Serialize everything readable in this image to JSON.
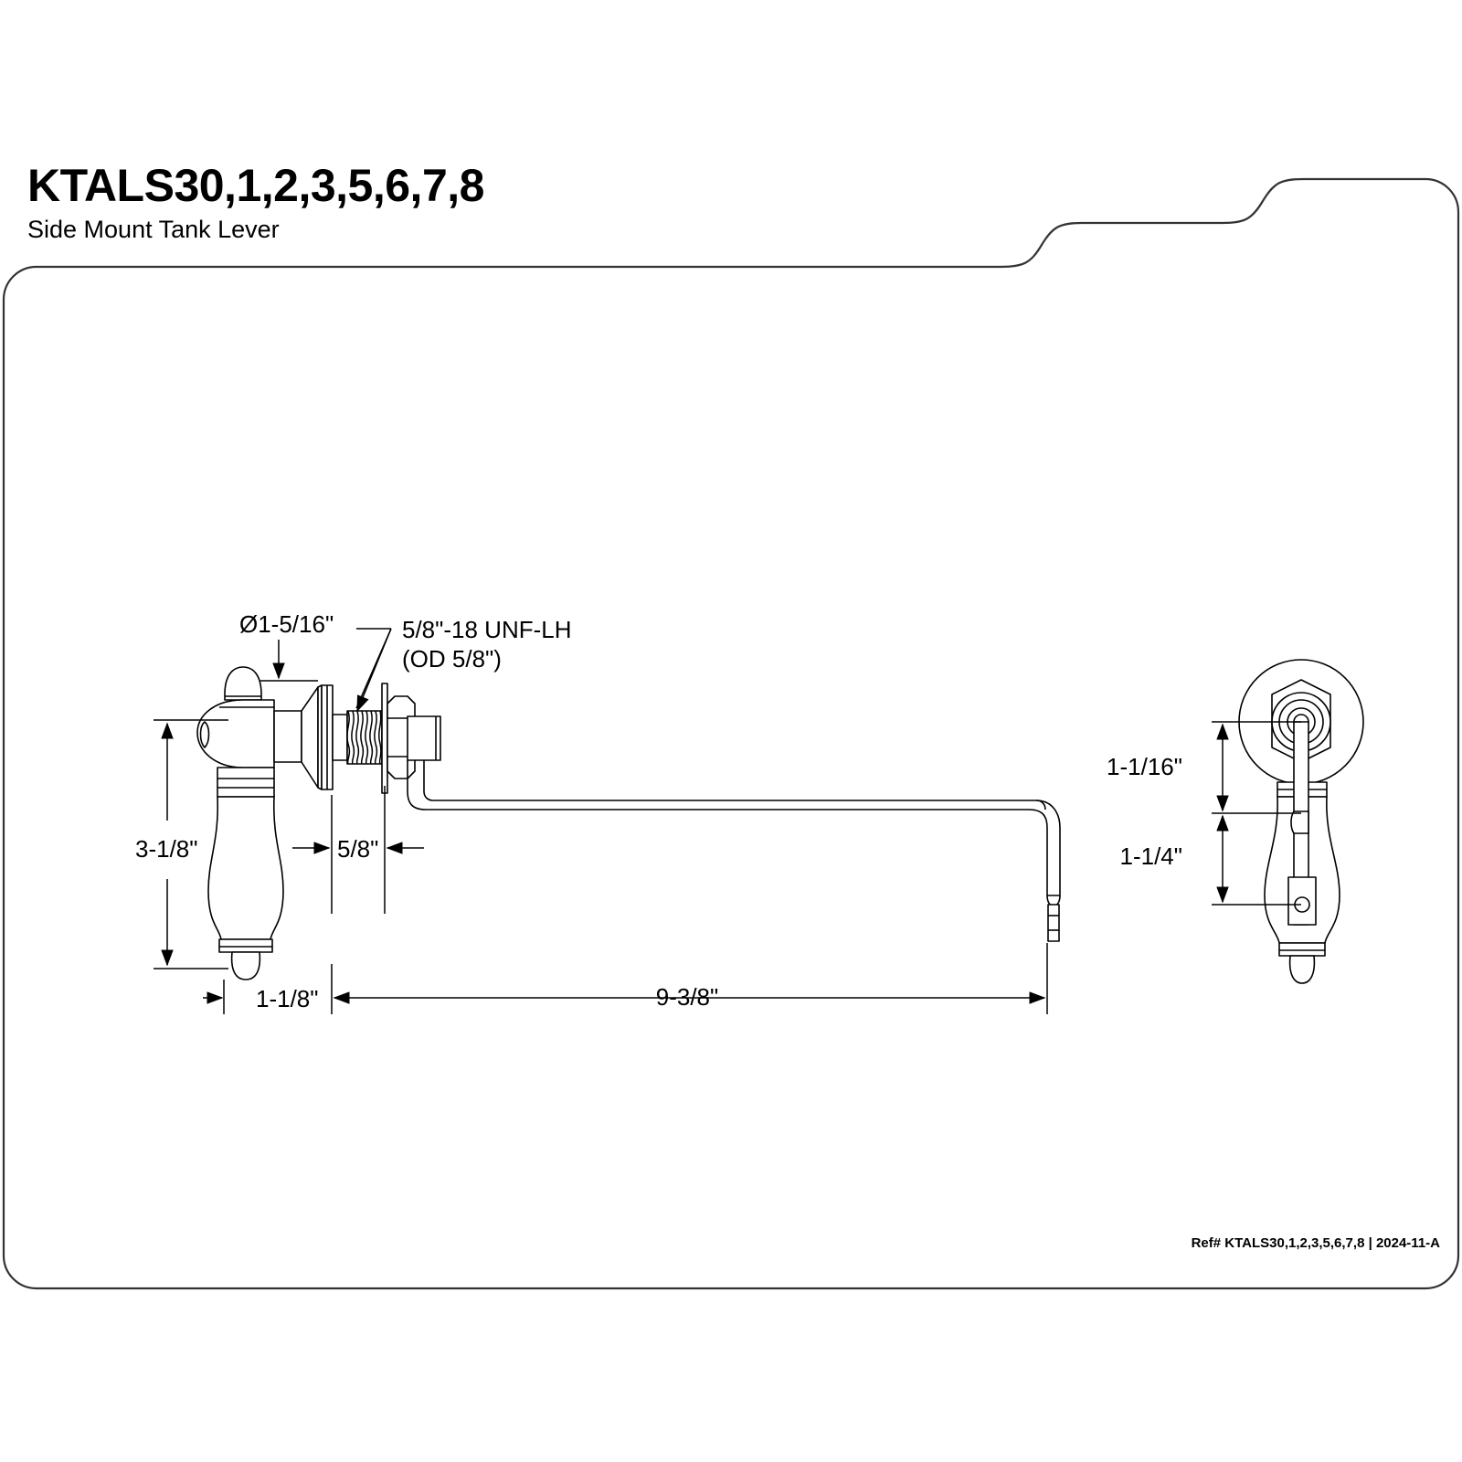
{
  "document": {
    "title": "KTALS30,1,2,3,5,6,7,8",
    "subtitle": "Side Mount Tank Lever",
    "footer_ref": "Ref# KTALS30,1,2,3,5,6,7,8 | 2024-11-A",
    "line_color": "#000000",
    "background_color": "#ffffff"
  },
  "dimensions": {
    "escutcheon_diameter": "Ø1-5/16\"",
    "thread_note_line1": "5/8\"-18 UNF-LH",
    "thread_note_line2": "(OD 5/8\")",
    "handle_height": "3-1/8\"",
    "mount_depth": "5/8\"",
    "handle_width": "1-1/8\"",
    "arm_length": "9-3/8\"",
    "front_top_offset": "1-1/16\"",
    "front_lower_offset": "1-1/4\""
  },
  "views": {
    "side_view_label": "side-elevation-view",
    "front_view_label": "front-elevation-view"
  }
}
